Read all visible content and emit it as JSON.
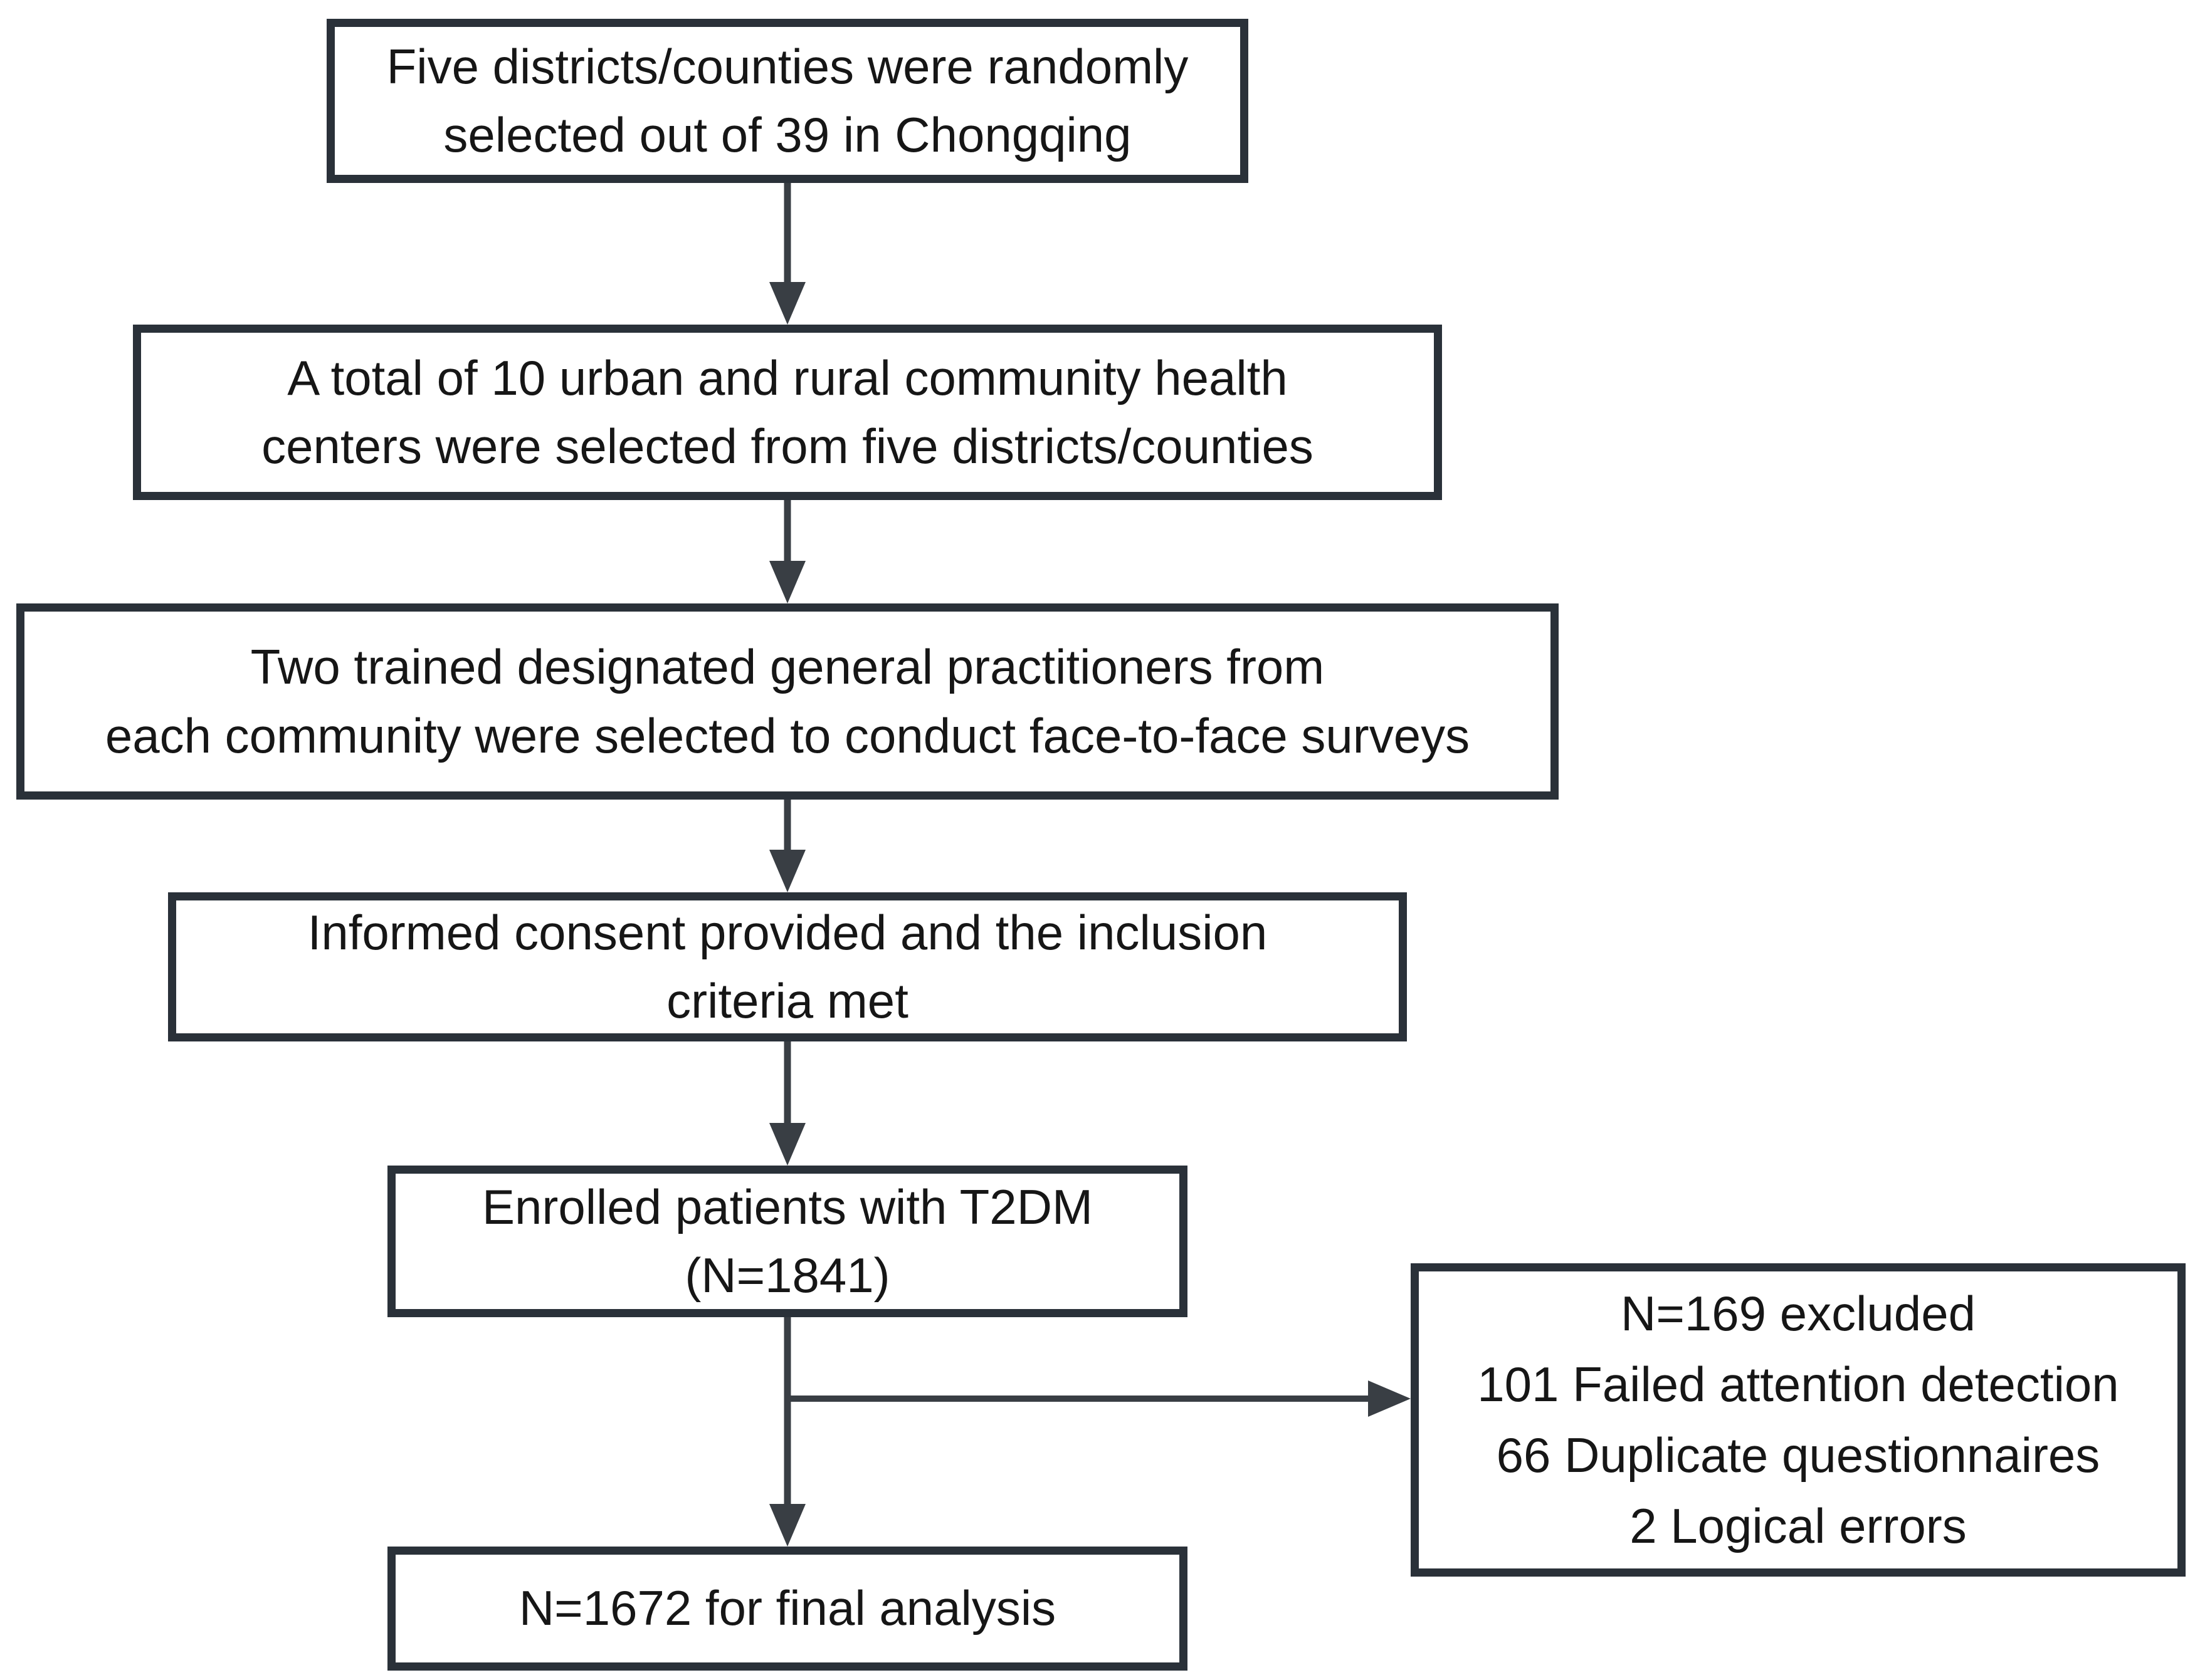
{
  "colors": {
    "border": "#2a3139",
    "arrow": "#393e44",
    "text": "#161616",
    "canvas_bg": "#ffffff"
  },
  "flow": {
    "step1": "Five districts/counties were randomly\nselected out of 39 in Chongqing",
    "step2": "A total of 10 urban and rural community health\ncenters were selected from five districts/counties",
    "step3": "Two trained designated general practitioners from\neach community were selected to conduct face-to-face surveys",
    "step4": "Informed consent provided and the inclusion\ncriteria met",
    "step5": "Enrolled patients with T2DM\n(N=1841)",
    "excluded": "N=169 excluded\n101 Failed attention detection\n66 Duplicate questionnaires\n2 Logical errors",
    "step6": "N=1672 for final analysis"
  }
}
